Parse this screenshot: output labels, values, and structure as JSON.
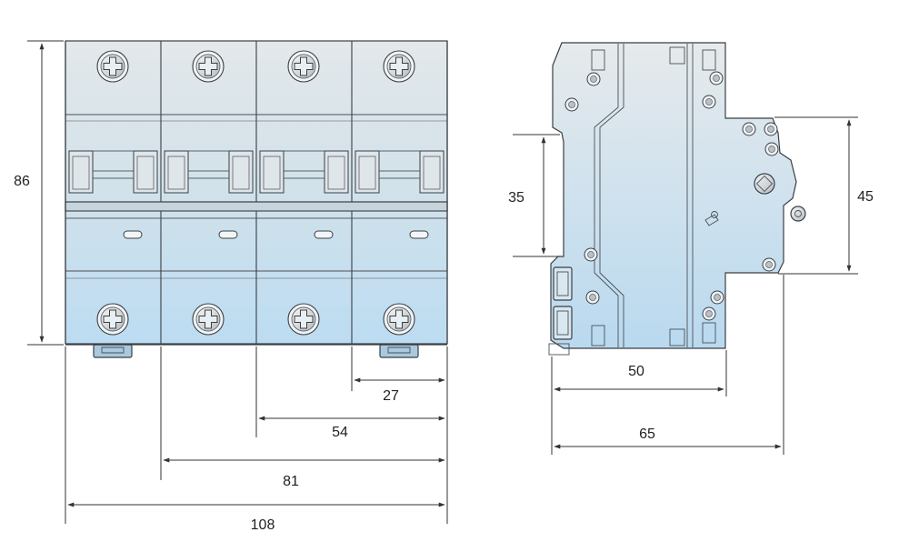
{
  "dimensions": {
    "height_total": "86",
    "width_1_pole": "27",
    "width_2_pole": "54",
    "width_3_pole": "81",
    "width_4_pole": "108",
    "rail_height": "35",
    "front_height": "45",
    "depth_body": "50",
    "depth_total": "65"
  },
  "colors": {
    "body_top": "#dfe6ea",
    "body_bottom": "#bcdcf0",
    "outline": "#3a3f44",
    "dimension": "#333333",
    "clip": "#a9c9df"
  },
  "poles": [
    {
      "id": "pole-1"
    },
    {
      "id": "pole-2"
    },
    {
      "id": "pole-3"
    },
    {
      "id": "pole-4"
    }
  ]
}
